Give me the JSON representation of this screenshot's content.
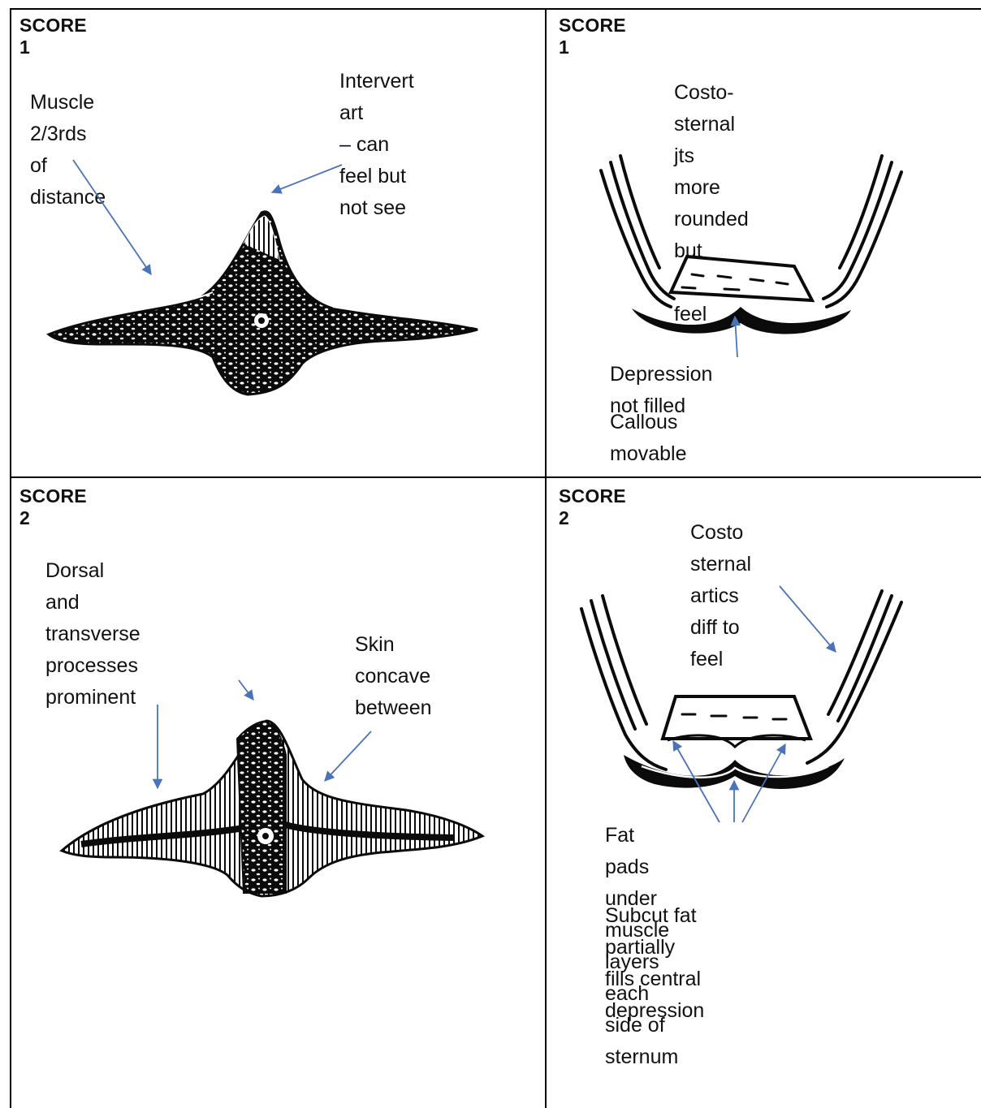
{
  "cells": [
    {
      "score": "SCORE 1",
      "notes": [
        "Muscle 2/3rds of distance",
        "Intervert art\n– can feel but\nnot see"
      ]
    },
    {
      "score": "SCORE 1",
      "notes": [
        "Costo-sternal jts\nmore rounded but\neasy to feel",
        "Depression not filled",
        "Callous movable"
      ]
    },
    {
      "score": "SCORE 2",
      "notes": [
        "Dorsal and transverse\nprocesses prominent",
        "Skin concave\nbetween"
      ]
    },
    {
      "score": "SCORE 2",
      "notes": [
        "Costo sternal artics diff to feel",
        "Fat pads under muscle layers each\nside of sternum",
        "Subcut fat partially fills central\ndepression"
      ]
    }
  ],
  "colors": {
    "arrow": "#4a73b8",
    "ink": "#0b0b0b",
    "border": "#000000"
  }
}
